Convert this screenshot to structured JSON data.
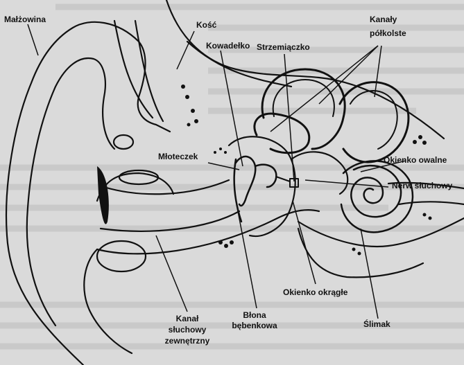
{
  "labels": {
    "malzowina": "Małżowina",
    "kosc": "Kość",
    "kowadelko": "Kowadełko",
    "strzemiaczko": "Strzemiączko",
    "kanaly_line1": "Kanały",
    "kanaly_line2": "półkolste",
    "mloteczek": "Młoteczek",
    "okienko_owalne": "Okienko owalne",
    "nerw_sluchowy": "Nerw słuchowy",
    "okienko_okragle": "Okienko okrągłe",
    "blona_line1": "Błona",
    "blona_line2": "bębenkowa",
    "kanal_line1": "Kanał",
    "kanal_line2": "słuchowy",
    "kanal_line3": "zewnętrzny",
    "slimak": "Ślimak"
  }
}
